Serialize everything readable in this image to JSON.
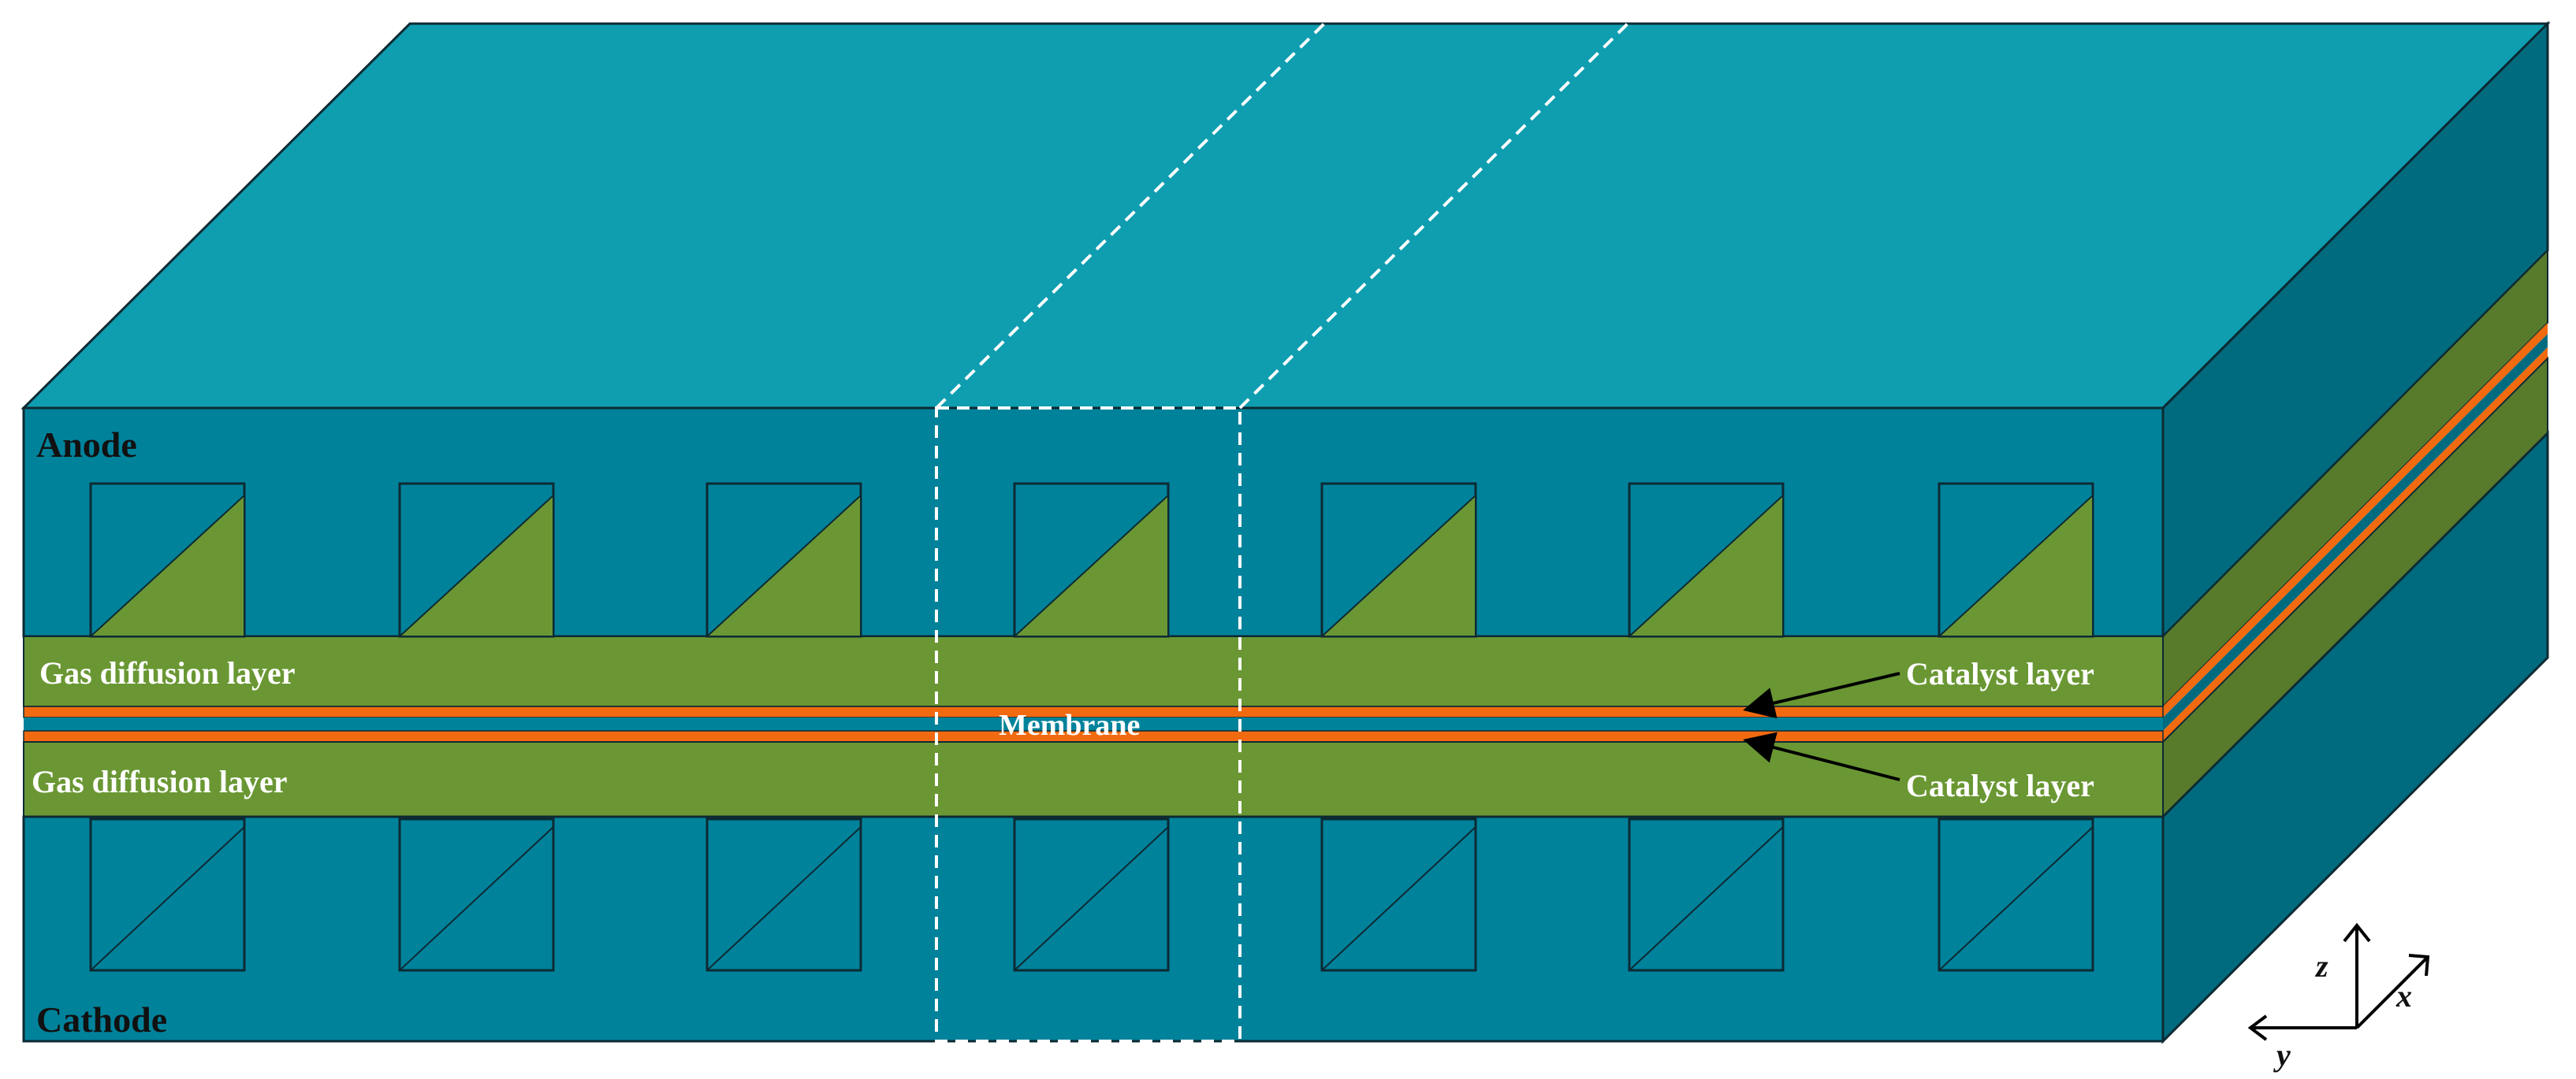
{
  "labels": {
    "anode": "Anode",
    "cathode": "Cathode",
    "gdl_top": "Gas diffusion layer",
    "gdl_bottom": "Gas diffusion layer",
    "membrane": "Membrane",
    "catalyst_top": "Catalyst layer",
    "catalyst_bottom": "Catalyst layer"
  },
  "axes": {
    "z": "z",
    "x": "x",
    "y": "y"
  },
  "channels": {
    "count": 7
  },
  "colors": {
    "plate_front": "#00829b",
    "plate_top": "#0f9db0",
    "plate_side": "#006b7e",
    "gdl": "#6a9733",
    "gdl_side": "#587a2b",
    "catalyst": "#f26a0f",
    "outline": "#0d2a33",
    "dashed": "#ffffff"
  }
}
